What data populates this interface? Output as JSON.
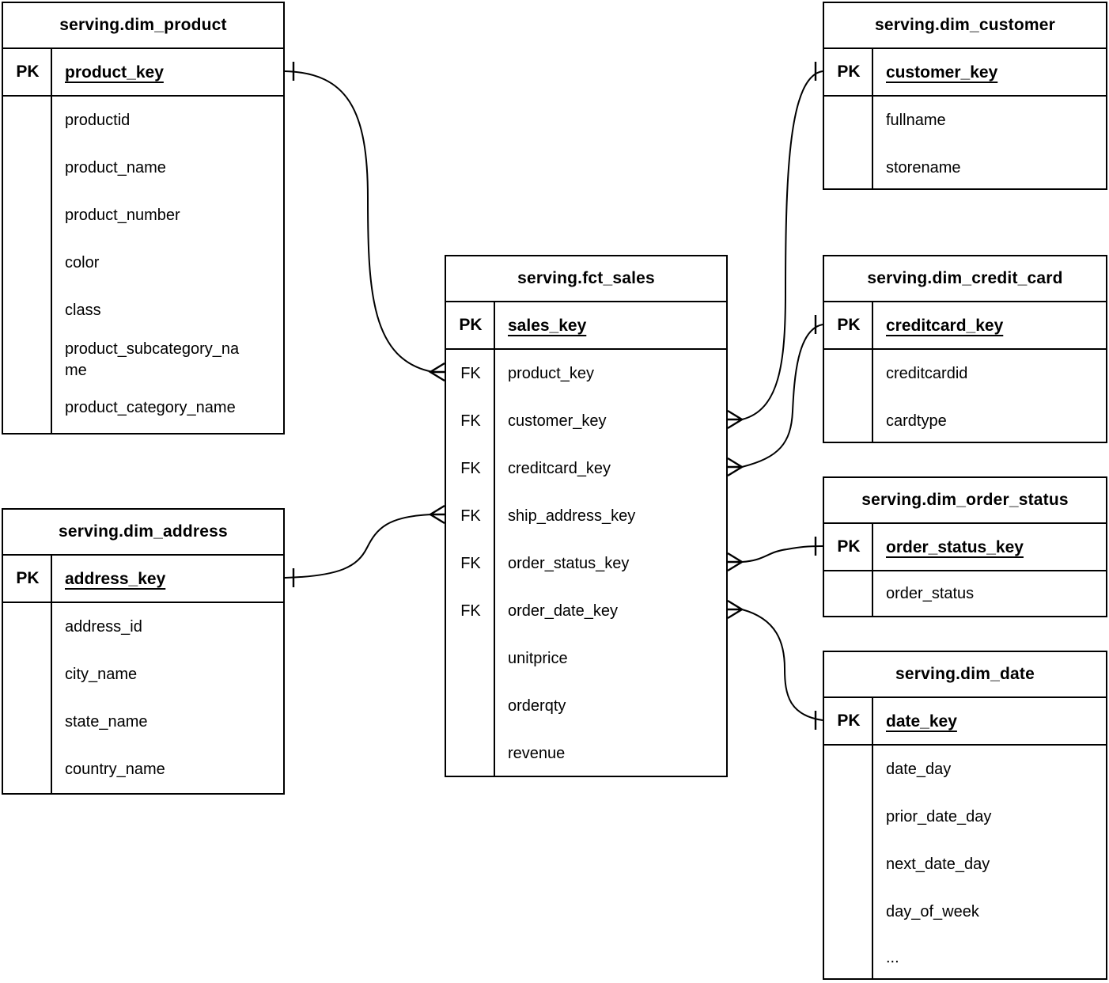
{
  "colors": {
    "line": "#000000",
    "background": "#ffffff",
    "text": "#000000"
  },
  "tables": [
    {
      "id": "dim_product",
      "title": "serving.dim_product",
      "pk_tag": "PK",
      "pk_field": "product_key",
      "fields": [
        {
          "tag": "",
          "name": "productid"
        },
        {
          "tag": "",
          "name": "product_name"
        },
        {
          "tag": "",
          "name": "product_number"
        },
        {
          "tag": "",
          "name": "color"
        },
        {
          "tag": "",
          "name": "class"
        },
        {
          "tag": "",
          "name": "product_subcategory_name"
        },
        {
          "tag": "",
          "name": "product_category_name"
        }
      ]
    },
    {
      "id": "dim_customer",
      "title": "serving.dim_customer",
      "pk_tag": "PK",
      "pk_field": "customer_key",
      "fields": [
        {
          "tag": "",
          "name": "fullname"
        },
        {
          "tag": "",
          "name": "storename"
        }
      ]
    },
    {
      "id": "fct_sales",
      "title": "serving.fct_sales",
      "pk_tag": "PK",
      "pk_field": "sales_key",
      "fields": [
        {
          "tag": "FK",
          "name": "product_key"
        },
        {
          "tag": "FK",
          "name": "customer_key"
        },
        {
          "tag": "FK",
          "name": "creditcard_key"
        },
        {
          "tag": "FK",
          "name": "ship_address_key"
        },
        {
          "tag": "FK",
          "name": "order_status_key"
        },
        {
          "tag": "FK",
          "name": "order_date_key"
        },
        {
          "tag": "",
          "name": "unitprice"
        },
        {
          "tag": "",
          "name": "orderqty"
        },
        {
          "tag": "",
          "name": "revenue"
        }
      ]
    },
    {
      "id": "dim_credit_card",
      "title": "serving.dim_credit_card",
      "pk_tag": "PK",
      "pk_field": "creditcard_key",
      "fields": [
        {
          "tag": "",
          "name": "creditcardid"
        },
        {
          "tag": "",
          "name": "cardtype"
        }
      ]
    },
    {
      "id": "dim_order_status",
      "title": "serving.dim_order_status",
      "pk_tag": "PK",
      "pk_field": "order_status_key",
      "fields": [
        {
          "tag": "",
          "name": "order_status"
        }
      ]
    },
    {
      "id": "dim_address",
      "title": "serving.dim_address",
      "pk_tag": "PK",
      "pk_field": "address_key",
      "fields": [
        {
          "tag": "",
          "name": "address_id"
        },
        {
          "tag": "",
          "name": "city_name"
        },
        {
          "tag": "",
          "name": "state_name"
        },
        {
          "tag": "",
          "name": "country_name"
        }
      ]
    },
    {
      "id": "dim_date",
      "title": "serving.dim_date",
      "pk_tag": "PK",
      "pk_field": "date_key",
      "fields": [
        {
          "tag": "",
          "name": "date_day"
        },
        {
          "tag": "",
          "name": "prior_date_day"
        },
        {
          "tag": "",
          "name": "next_date_day"
        },
        {
          "tag": "",
          "name": "day_of_week"
        },
        {
          "tag": "",
          "name": "..."
        }
      ]
    }
  ],
  "relationships": [
    {
      "from": "serving.fct_sales.product_key",
      "from_cardinality": "many",
      "to": "serving.dim_product.product_key",
      "to_cardinality": "one"
    },
    {
      "from": "serving.fct_sales.customer_key",
      "from_cardinality": "many",
      "to": "serving.dim_customer.customer_key",
      "to_cardinality": "one"
    },
    {
      "from": "serving.fct_sales.creditcard_key",
      "from_cardinality": "many",
      "to": "serving.dim_credit_card.creditcard_key",
      "to_cardinality": "one"
    },
    {
      "from": "serving.fct_sales.ship_address_key",
      "from_cardinality": "many",
      "to": "serving.dim_address.address_key",
      "to_cardinality": "one"
    },
    {
      "from": "serving.fct_sales.order_status_key",
      "from_cardinality": "many",
      "to": "serving.dim_order_status.order_status_key",
      "to_cardinality": "one"
    },
    {
      "from": "serving.fct_sales.order_date_key",
      "from_cardinality": "many",
      "to": "serving.dim_date.date_key",
      "to_cardinality": "one"
    }
  ]
}
